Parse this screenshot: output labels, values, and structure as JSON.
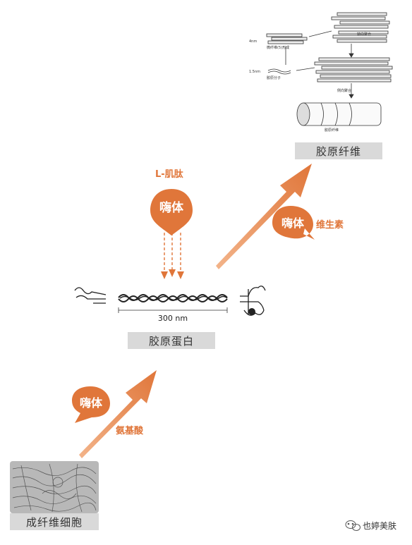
{
  "labels": {
    "top_box": "胶原纤维",
    "mid_box": "胶原蛋白",
    "bottom_box": "成纤维细胞",
    "drop_top": "嗨体",
    "drop_right": "嗨体",
    "drop_left": "嗨体",
    "l_peptide": "L-肌肽",
    "vitamin": "维生素",
    "amino_acid": "氨基酸",
    "scale": "300 nm"
  },
  "inset": {
    "t1": "4nm",
    "t2": "微纤维(5)形成",
    "t3": "1.5nm",
    "t4": "胶原分子",
    "t5": "侧向聚合",
    "t6": "轴向聚合",
    "t7": "胶原纤维"
  },
  "watermark": {
    "text": "也婷美肤",
    "icon": "wechat-icon"
  },
  "colors": {
    "accent": "#e0763a",
    "box": "#d9d9d9"
  }
}
